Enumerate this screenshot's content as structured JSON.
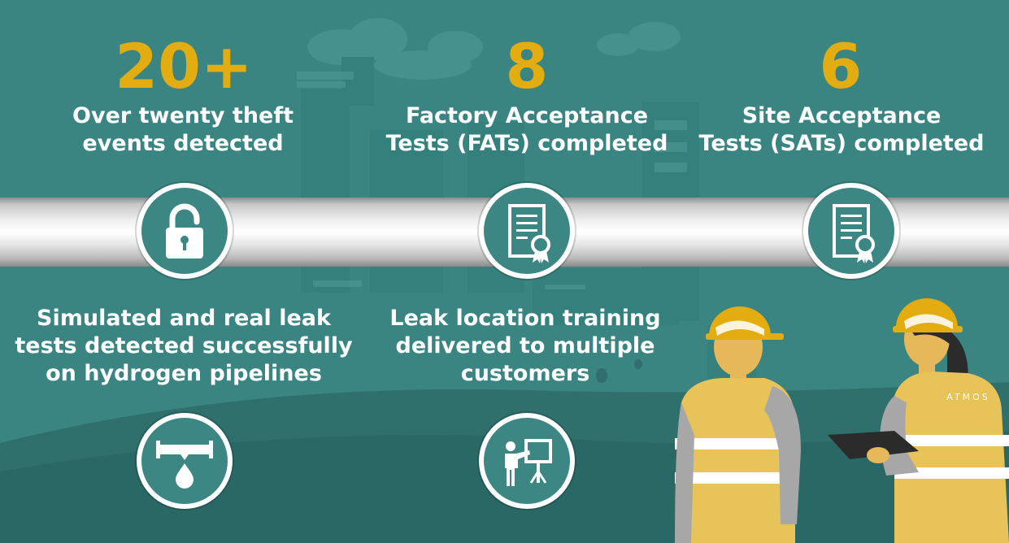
{
  "stats": [
    {
      "number": "20+",
      "text_line1": "Over twenty theft",
      "text_line2": "events detected",
      "icon": "padlock-icon"
    },
    {
      "number": "8",
      "text_line1": "Factory Acceptance",
      "text_line2": "Tests (FATs) completed",
      "icon": "certificate-icon"
    },
    {
      "number": "6",
      "text_line1": "Site Acceptance",
      "text_line2": "Tests (SATs) completed",
      "icon": "certificate-icon"
    }
  ],
  "features": [
    {
      "line1": "Simulated and real leak",
      "line2": "tests detected successfully",
      "line3": "on hydrogen pipelines",
      "icon": "pipe-leak-icon"
    },
    {
      "line1": "Leak location training",
      "line2": "delivered to multiple",
      "line3": "customers",
      "icon": "presenter-icon"
    }
  ],
  "workers": {
    "vest_logo": "ATMOS"
  },
  "colors": {
    "background": "#3a8582",
    "accent_number": "#e3ad12",
    "text": "#ffffff",
    "vest": "#e8c35a",
    "helmet": "#e3ad12"
  }
}
